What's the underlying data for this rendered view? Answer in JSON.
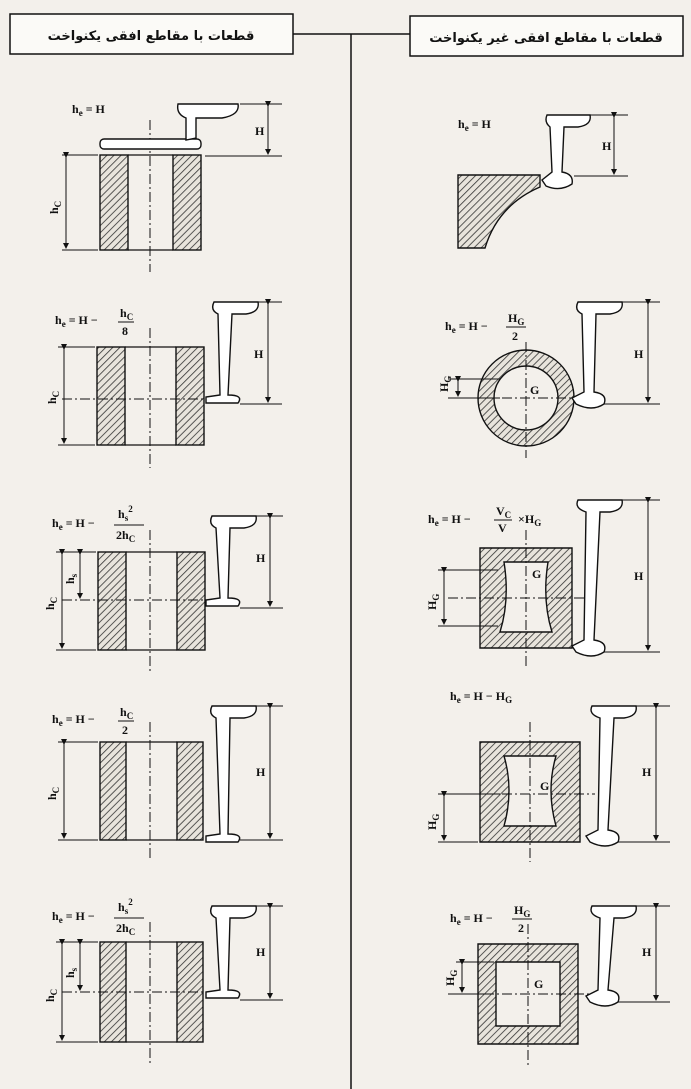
{
  "headers": {
    "left": "قطعات با مقاطع افقی یکنواخت",
    "right": "قطعات با مقاطع افقی غیر یکنواخت"
  },
  "left_cases": [
    {
      "formula": "hₑ = H",
      "dims": [
        "H",
        "h_C"
      ]
    },
    {
      "formula": "hₑ = H − h_C / 8",
      "dims": [
        "H",
        "h_C"
      ]
    },
    {
      "formula": "hₑ = H − h_s² / 2h_C",
      "dims": [
        "H",
        "h_C",
        "h_s"
      ]
    },
    {
      "formula": "hₑ = H − h_C / 2",
      "dims": [
        "H",
        "h_C"
      ]
    },
    {
      "formula": "hₑ = H − h_s² / 2h_C",
      "dims": [
        "H",
        "h_C",
        "h_s"
      ]
    }
  ],
  "right_cases": [
    {
      "formula": "hₑ = H",
      "dims": [
        "H"
      ]
    },
    {
      "formula": "hₑ = H − H_G / 2",
      "dims": [
        "H",
        "H_G",
        "G"
      ]
    },
    {
      "formula": "hₑ = H − V_C / V × H_G",
      "dims": [
        "H",
        "H_G",
        "G"
      ]
    },
    {
      "formula": "hₑ = H − H_G",
      "dims": [
        "H",
        "H_G",
        "G"
      ]
    },
    {
      "formula": "hₑ = H − H_G / 2",
      "dims": [
        "H",
        "H_G",
        "G"
      ]
    }
  ],
  "symbols": {
    "H": "H",
    "hC": "h",
    "hC_sub": "C",
    "hs": "h",
    "hs_sub": "s",
    "HG": "H",
    "HG_sub": "G",
    "G": "G",
    "he": "h",
    "he_sub": "e",
    "eq": "=",
    "minus": "−",
    "two": "2",
    "eight": "8",
    "sq": "2",
    "VC": "V",
    "VC_sub": "C",
    "V": "V",
    "times": "×"
  }
}
